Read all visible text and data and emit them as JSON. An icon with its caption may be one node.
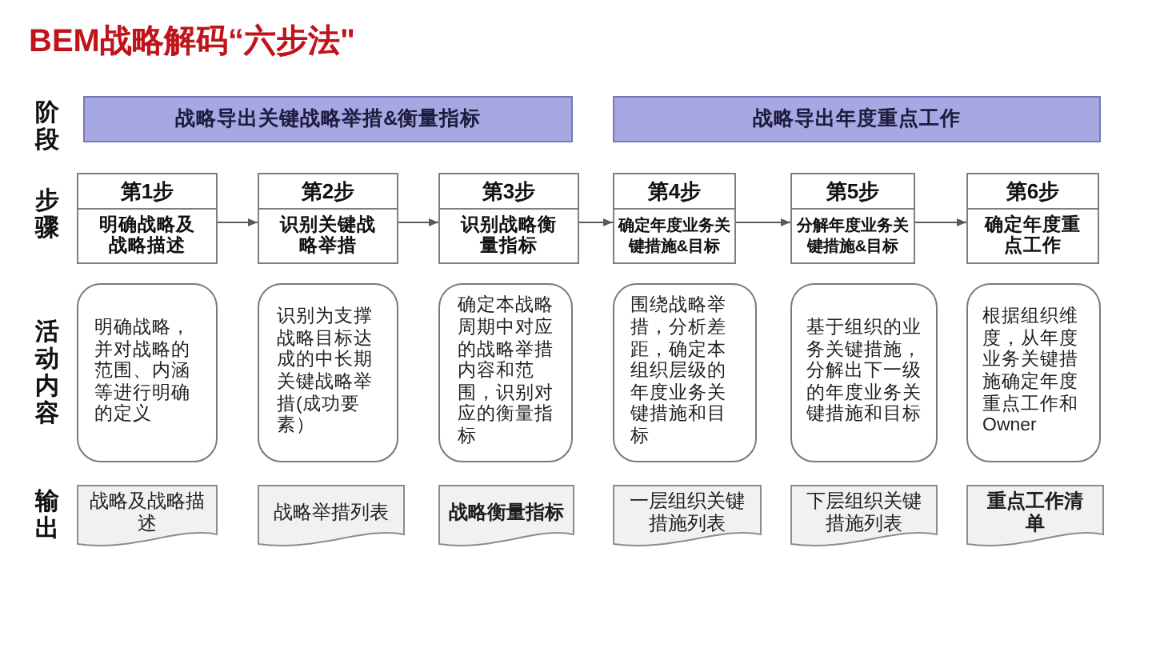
{
  "diagram": {
    "title": "BEM战略解码“六步法\"",
    "nodes": [
      {
        "text": [
          "战略导出关键战略举措&衡量指标"
        ]
      },
      {
        "text": [
          "战略导出年度重点工作"
        ]
      },
      {
        "text": [
          "第1步",
          "明确战略及战略描述"
        ]
      },
      {
        "text": [
          "第2步",
          "识别关键战略举措"
        ]
      },
      {
        "text": [
          "第3步",
          "识别战略衡量指标"
        ]
      },
      {
        "text": [
          "第4步",
          "确定年度业务关键措施&目标"
        ]
      },
      {
        "text": [
          "第5步",
          "分解年度业务关键措施&目标"
        ]
      },
      {
        "text": [
          "第6步",
          "确定年度重点工作"
        ]
      },
      {
        "text": [
          "明确战略，并对战略的范围、内涵等进行明确的定义"
        ]
      },
      {
        "text": [
          "识别为支撑战略目标达成的中长期关键战略举措(成功要素）"
        ]
      },
      {
        "text": [
          "确定本战略周期中对应的战略举措内容和范围，识别对应的衡量指标"
        ]
      },
      {
        "text": [
          "围绕战略举措，分析差距，确定本组织层级的年度业务关键措施和目标"
        ]
      },
      {
        "text": [
          "基于组织的业务关键措施，分解出下一级的年度业务关键措施和目标"
        ]
      },
      {
        "text": [
          "根据组织维度，从年度业务关键措施确定年度重点工作和Owner"
        ]
      },
      {
        "text": [
          "战略及战略描述"
        ]
      },
      {
        "text": [
          "战略举措列表"
        ]
      },
      {
        "text": [
          "战略衡量指标"
        ]
      },
      {
        "text": [
          "一层组织关键措施列表"
        ]
      },
      {
        "text": [
          "下层组织关键措施列表"
        ]
      },
      {
        "text": [
          "重点工作清单"
        ]
      }
    ],
    "edges": [
      {
        "from": 2,
        "to": 3,
        "arrow": "to"
      },
      {
        "from": 3,
        "to": 4,
        "arrow": "to"
      },
      {
        "from": 4,
        "to": 5,
        "arrow": "to"
      },
      {
        "from": 5,
        "to": 6,
        "arrow": "to"
      },
      {
        "from": 6,
        "to": 7,
        "arrow": "to"
      }
    ],
    "labels": [
      "阶段",
      "步骤",
      "活动内容",
      "输出"
    ]
  }
}
